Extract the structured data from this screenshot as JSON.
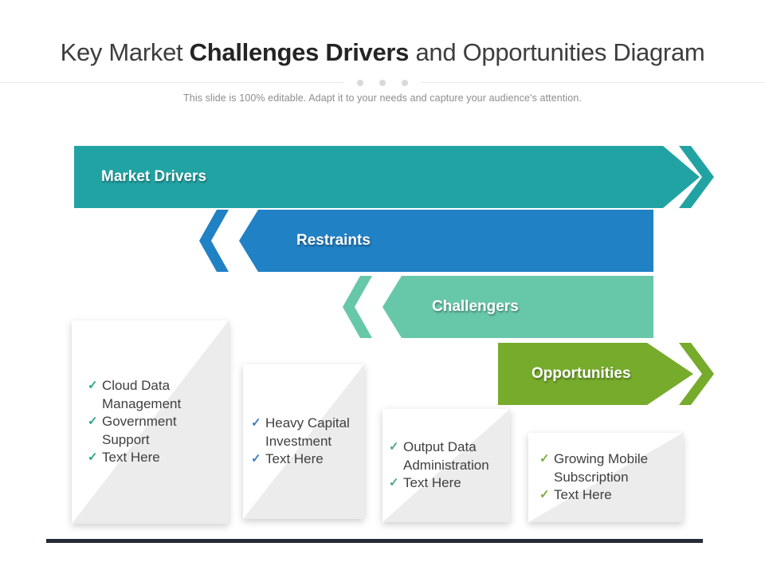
{
  "slide": {
    "title": {
      "prefix": "Key Market ",
      "emphasis": "Challenges Drivers",
      "suffix": " and Opportunities Diagram"
    },
    "subtitle": "This slide is 100% editable. Adapt it to your needs and capture your audience's attention."
  },
  "banners": [
    {
      "label": "Market Drivers",
      "color": "#22a3a3",
      "direction": "right"
    },
    {
      "label": "Restraints",
      "color": "#2181c5",
      "direction": "left"
    },
    {
      "label": "Challengers",
      "color": "#67c8a9",
      "direction": "left"
    },
    {
      "label": "Opportunities",
      "color": "#76ab2b",
      "direction": "right"
    }
  ],
  "cards": [
    {
      "check_color": "#2aa489",
      "items": [
        "Cloud Data Management",
        "Government Support",
        "Text Here"
      ]
    },
    {
      "check_color": "#3c7ebf",
      "items": [
        "Heavy Capital Investment",
        "Text Here"
      ]
    },
    {
      "check_color": "#47a97e",
      "items": [
        "Output Data Administration",
        "Text Here"
      ]
    },
    {
      "check_color": "#79ad3c",
      "items": [
        "Growing Mobile Subscription",
        "Text Here"
      ]
    }
  ],
  "icons": {
    "check": "✓"
  },
  "colors": {
    "title_text": "#3d3d3d",
    "title_emphasis": "#242424",
    "subtitle_text": "#8d8d8d",
    "divider": "#e9e9e9",
    "dots": "#d9d9d9",
    "card_triangle": "#ececec",
    "card_text": "#3f3f3f",
    "bottom_bar": "#242a36"
  }
}
